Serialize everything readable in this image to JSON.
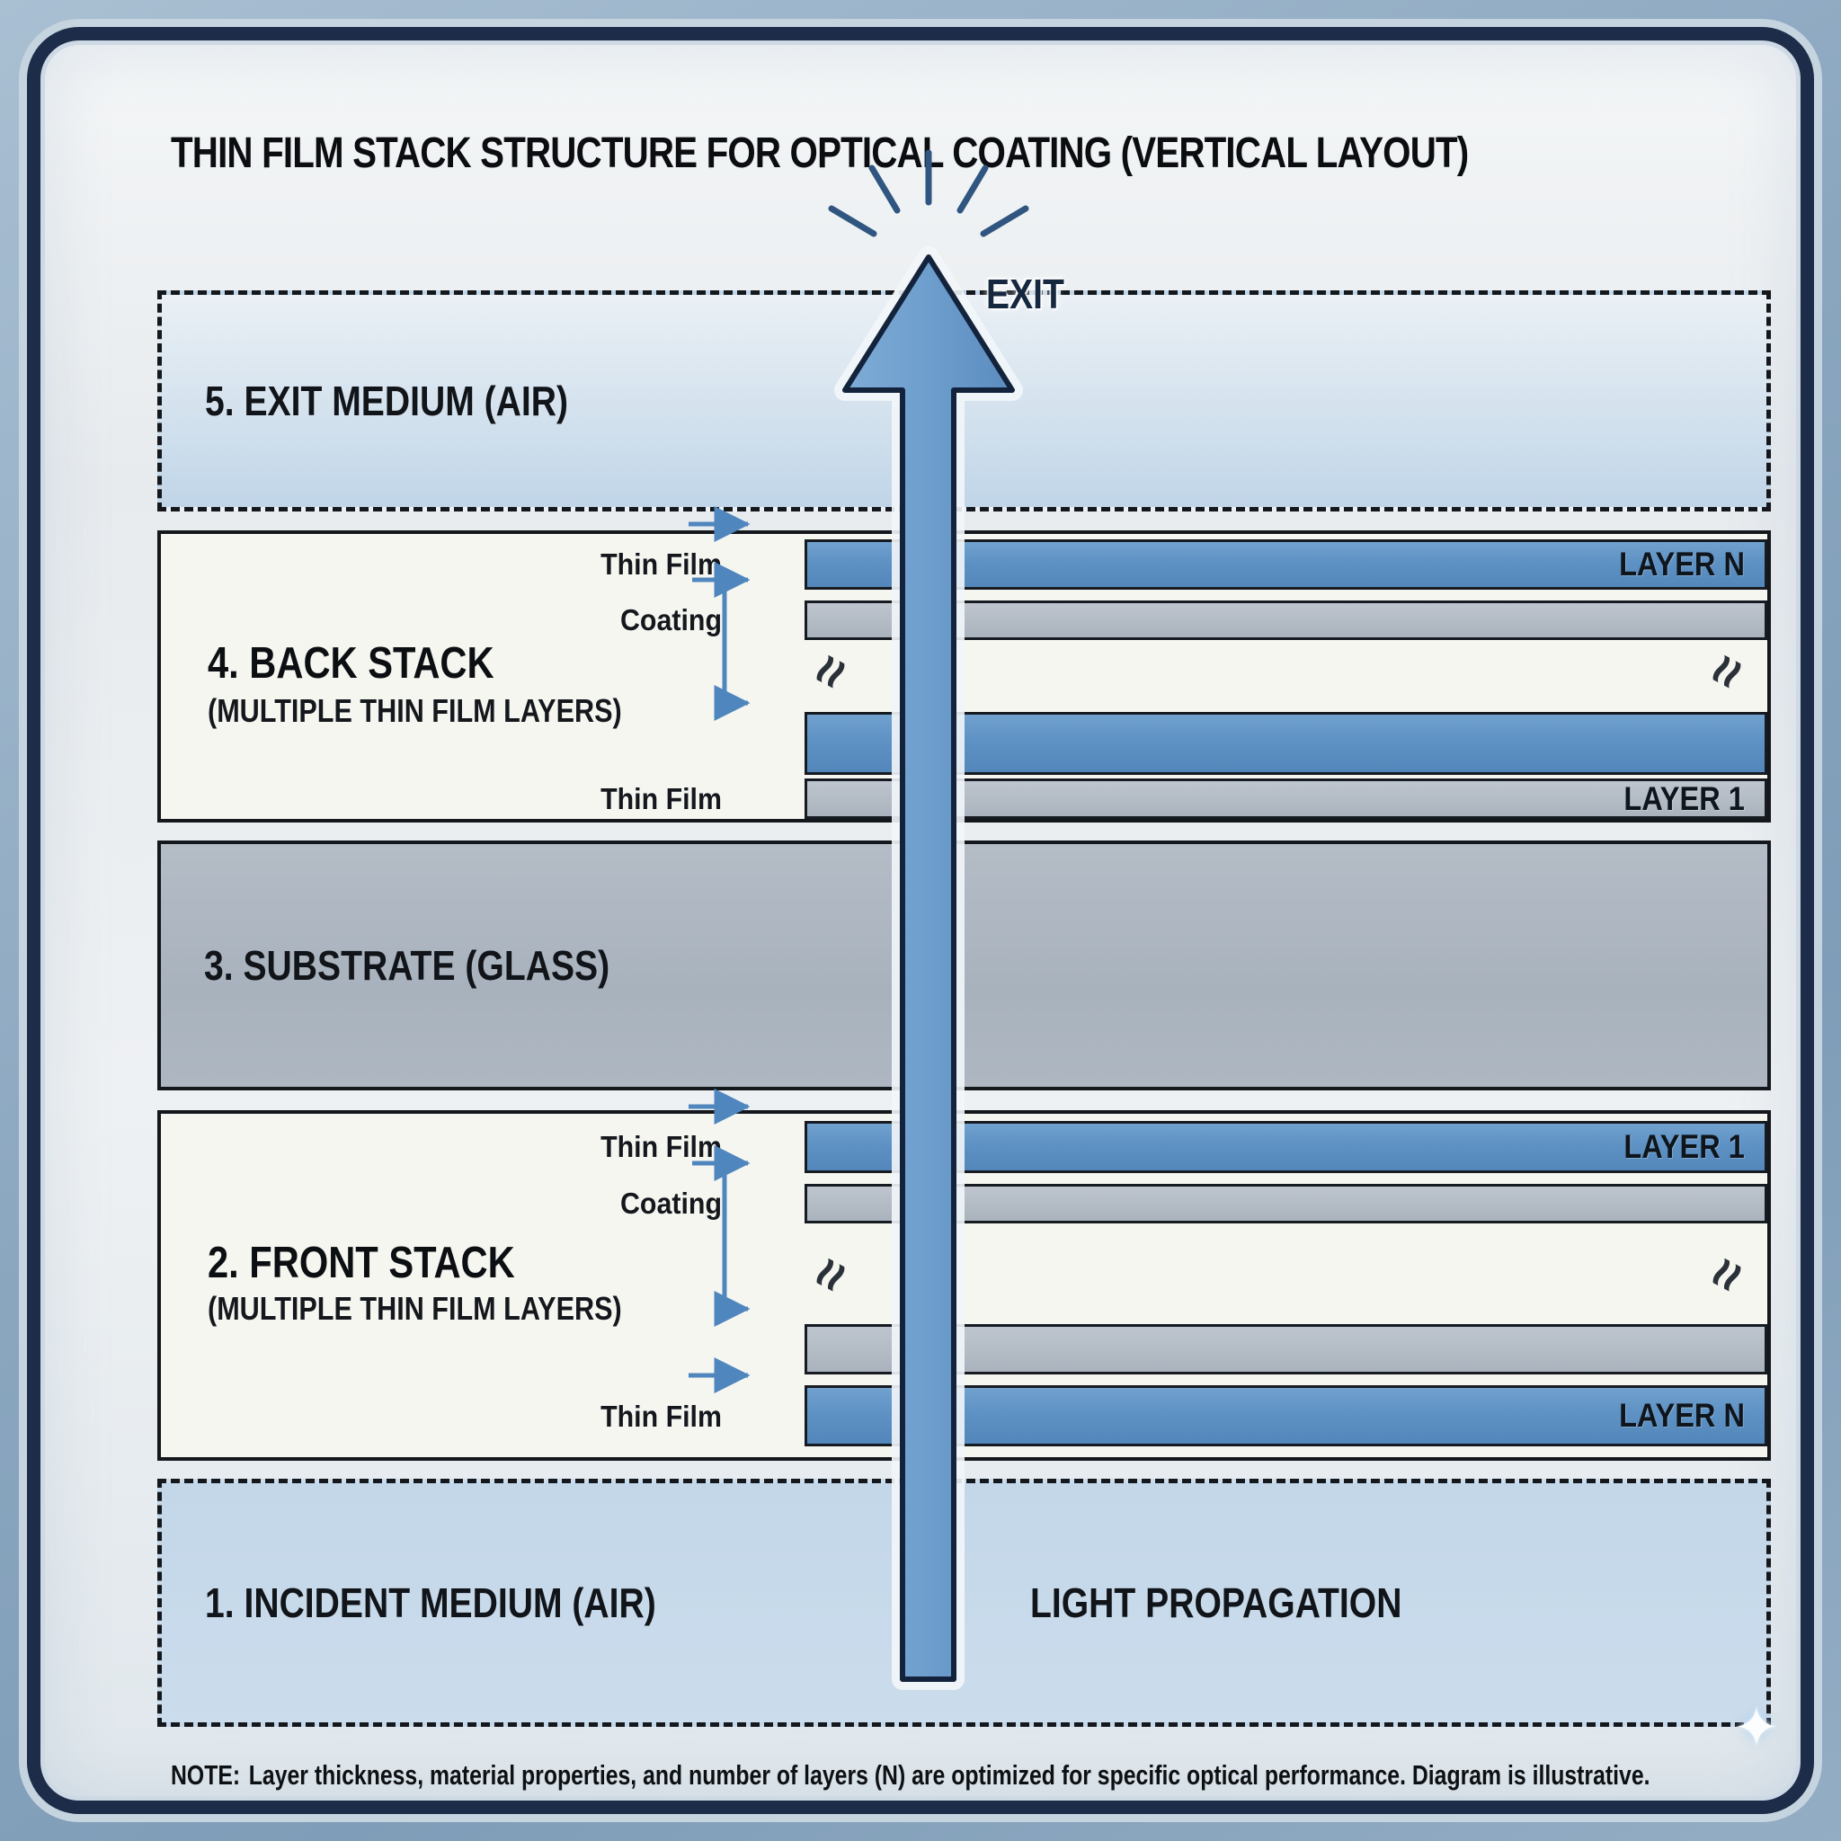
{
  "title": "THIN FILM STACK STRUCTURE FOR OPTICAL COATING (VERTICAL LAYOUT)",
  "arrow": {
    "exit_label": "EXIT",
    "light_propagation_label": "LIGHT PROPAGATION"
  },
  "sections": {
    "exit_medium": {
      "label": "5. EXIT MEDIUM (AIR)"
    },
    "back_stack": {
      "title": "4. BACK STACK",
      "subtitle": "(MULTIPLE THIN FILM LAYERS)",
      "callout_thin_film_top": "Thin Film",
      "callout_coating": "Coating",
      "callout_thin_film_bottom": "Thin Film",
      "layer_top_label": "LAYER N",
      "layer_bottom_label": "LAYER 1"
    },
    "substrate": {
      "label": "3. SUBSTRATE (GLASS)"
    },
    "front_stack": {
      "title": "2. FRONT STACK",
      "subtitle": "(MULTIPLE THIN FILM LAYERS)",
      "callout_thin_film_top": "Thin Film",
      "callout_coating": "Coating",
      "callout_thin_film_bottom": "Thin Film",
      "layer_top_label": "LAYER 1",
      "layer_bottom_label": "LAYER N"
    },
    "incident_medium": {
      "label": "1. INCIDENT MEDIUM (AIR)"
    }
  },
  "note": {
    "prefix": "NOTE:",
    "text": "Layer thickness, material properties, and number of layers (N) are optimized for specific optical performance. Diagram is illustrative."
  },
  "icons": {
    "break_mark": "≈",
    "sparkle": "✦"
  },
  "colors": {
    "background_steel_blue": "#8aa6bf",
    "frame_border_navy": "#1d2c49",
    "panel_silver": "#eceff1",
    "blue_layer": "#5e92c4",
    "gray_layer": "#aab3bd",
    "substrate_gray": "#aab4bf",
    "medium_light_blue": "#c7daea",
    "arrow_fill": "#6d9ecd",
    "connector_blue": "#4f86bd",
    "text_black": "#101316"
  }
}
